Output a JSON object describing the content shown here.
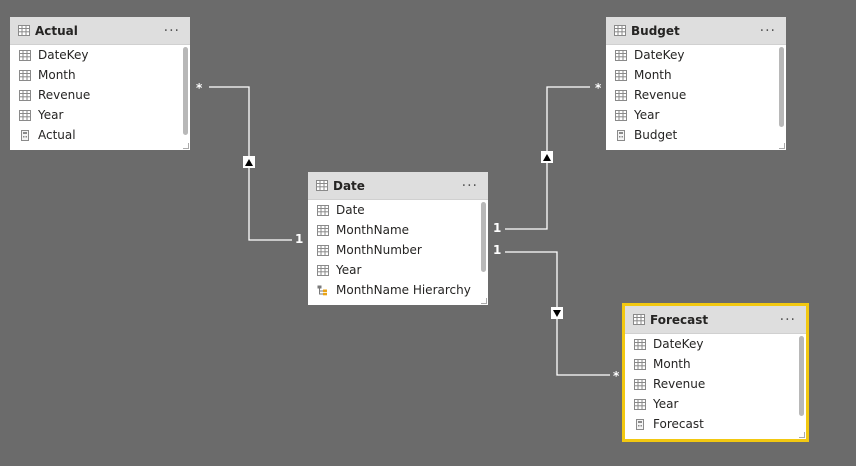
{
  "colors": {
    "canvas": "#6b6b6b",
    "header": "#dedede",
    "selected_border": "#f2c811",
    "line": "#ffffff"
  },
  "tables": {
    "actual": {
      "title": "Actual",
      "menu": "···",
      "fields": [
        {
          "label": "DateKey",
          "icon": "table-column-icon"
        },
        {
          "label": "Month",
          "icon": "table-column-icon"
        },
        {
          "label": "Revenue",
          "icon": "table-column-icon"
        },
        {
          "label": "Year",
          "icon": "table-column-icon"
        },
        {
          "label": "Actual",
          "icon": "calculator-icon"
        }
      ]
    },
    "budget": {
      "title": "Budget",
      "menu": "···",
      "fields": [
        {
          "label": "DateKey",
          "icon": "table-column-icon"
        },
        {
          "label": "Month",
          "icon": "table-column-icon"
        },
        {
          "label": "Revenue",
          "icon": "table-column-icon"
        },
        {
          "label": "Year",
          "icon": "table-column-icon"
        },
        {
          "label": "Budget",
          "icon": "calculator-icon"
        }
      ]
    },
    "date": {
      "title": "Date",
      "menu": "···",
      "fields": [
        {
          "label": "Date",
          "icon": "table-column-icon"
        },
        {
          "label": "MonthName",
          "icon": "table-column-icon"
        },
        {
          "label": "MonthNumber",
          "icon": "table-column-icon"
        },
        {
          "label": "Year",
          "icon": "table-column-icon"
        },
        {
          "label": "MonthName Hierarchy",
          "icon": "hierarchy-icon"
        }
      ]
    },
    "forecast": {
      "title": "Forecast",
      "menu": "···",
      "selected": true,
      "fields": [
        {
          "label": "DateKey",
          "icon": "table-column-icon"
        },
        {
          "label": "Month",
          "icon": "table-column-icon"
        },
        {
          "label": "Revenue",
          "icon": "table-column-icon"
        },
        {
          "label": "Year",
          "icon": "table-column-icon"
        },
        {
          "label": "Forecast",
          "icon": "calculator-icon"
        }
      ]
    }
  },
  "relationships": {
    "actual_date": {
      "many": "*",
      "one": "1",
      "direction": "up-arrow-icon"
    },
    "budget_date": {
      "many": "*",
      "one": "1",
      "direction": "up-arrow-icon"
    },
    "forecast_date": {
      "many": "*",
      "one": "1",
      "direction": "down-arrow-icon"
    }
  }
}
